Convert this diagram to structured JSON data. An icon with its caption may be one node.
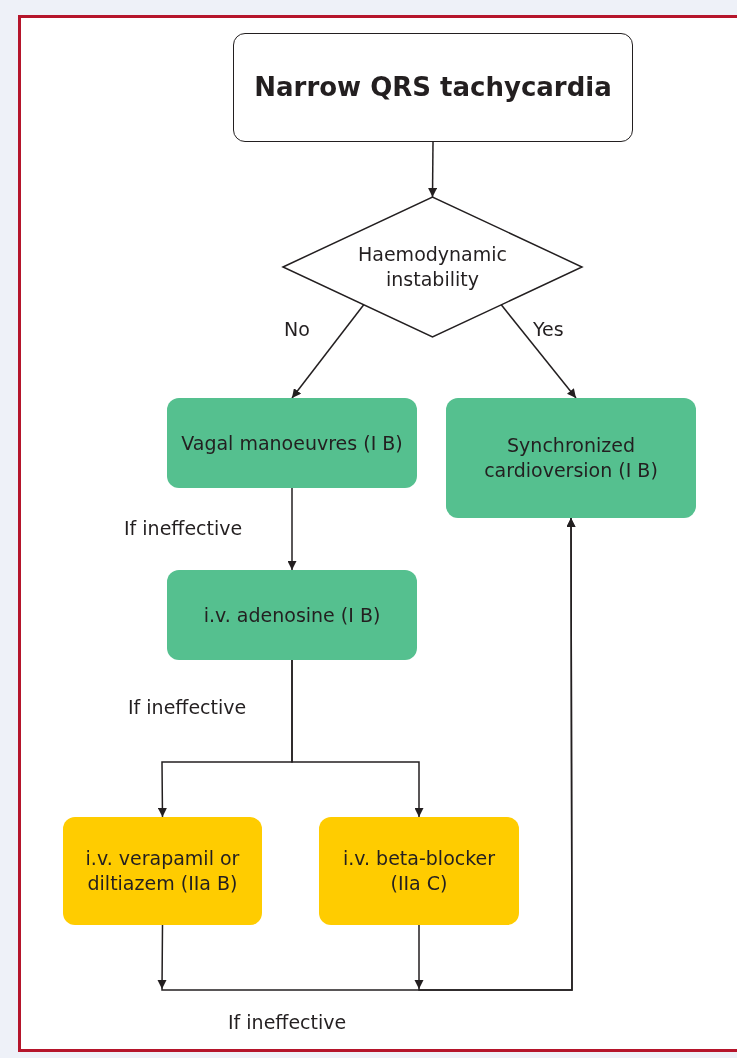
{
  "diagram": {
    "nodes": [
      {
        "text": [
          "Narrow QRS tachycardia"
        ]
      },
      {
        "text": [
          "Haemodynamic instability"
        ]
      },
      {
        "text": [
          "Vagal manoeuvres (I B)"
        ]
      },
      {
        "text": [
          "Synchronized cardioversion (I B)"
        ]
      },
      {
        "text": [
          "i.v. adenosine (I B)"
        ]
      },
      {
        "text": [
          "i.v. verapamil or diltiazem (IIa B)"
        ]
      },
      {
        "text": [
          "i.v. beta-blocker (IIa C)"
        ]
      }
    ],
    "edges": [
      {
        "from": 0,
        "to": 1,
        "arrow": "to"
      },
      {
        "from": 1,
        "to": 2,
        "arrow": "to",
        "label": "No"
      },
      {
        "from": 1,
        "to": 3,
        "arrow": "to",
        "label": "Yes"
      },
      {
        "from": 2,
        "to": 4,
        "arrow": "to",
        "label": "If ineffective"
      },
      {
        "from": 4,
        "to": 5,
        "arrow": "to",
        "label": "If ineffective"
      },
      {
        "from": 4,
        "to": 6,
        "arrow": "to"
      },
      {
        "from": 5,
        "to": 3,
        "arrow": "to",
        "label": "If ineffective"
      },
      {
        "from": 6,
        "to": 3,
        "arrow": "to"
      }
    ]
  }
}
